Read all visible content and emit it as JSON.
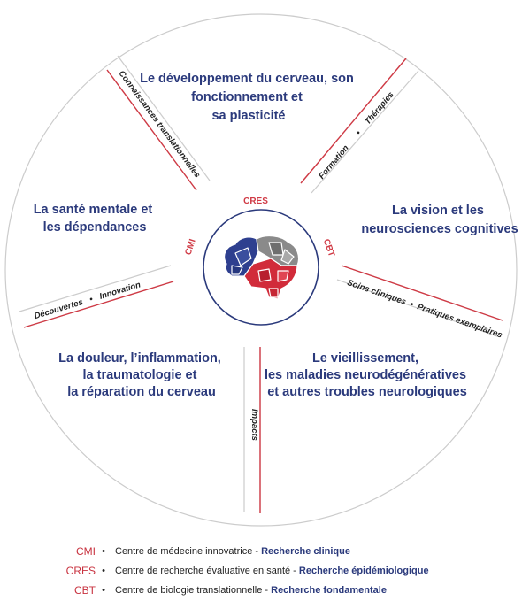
{
  "colors": {
    "navy": "#2b3a7c",
    "red": "#d03a45",
    "gray_line": "#cccccc",
    "brain_blue": "#2e3f8f",
    "brain_red": "#d12b3a",
    "brain_gray": "#8a8a8a"
  },
  "segments": {
    "top": [
      "Le développement du cerveau, son",
      "fonctionnement et",
      "sa plasticité"
    ],
    "right": [
      "La vision et les",
      "neurosciences cognitives"
    ],
    "bottom_right": [
      "Le vieillissement,",
      "les maladies neurodégénératives",
      "et autres troubles neurologiques"
    ],
    "bottom_left": [
      "La douleur, l’inflammation,",
      "la traumatologie et",
      "la réparation du cerveau"
    ],
    "left": [
      "La santé mentale et",
      "les dépendances"
    ]
  },
  "dividers": {
    "upper_left": "Connaissances translationnelles",
    "upper_right": [
      "Formation",
      "Thérapies"
    ],
    "right": [
      "Soins cliniques",
      "Pratiques exemplaires"
    ],
    "bottom": "Impacts",
    "left": [
      "Découvertes",
      "Innovation"
    ]
  },
  "center": {
    "top": "CRES",
    "left": "CMI",
    "right": "CBT",
    "icon": "brain-icon"
  },
  "legend": [
    {
      "code": "CMI",
      "name": "Centre de médecine innovatrice -",
      "domain": "Recherche clinique"
    },
    {
      "code": "CRES",
      "name": "Centre de recherche évaluative en santé -",
      "domain": "Recherche épidémiologique"
    },
    {
      "code": "CBT",
      "name": "Centre de biologie translationnelle -",
      "domain": "Recherche fondamentale"
    }
  ]
}
